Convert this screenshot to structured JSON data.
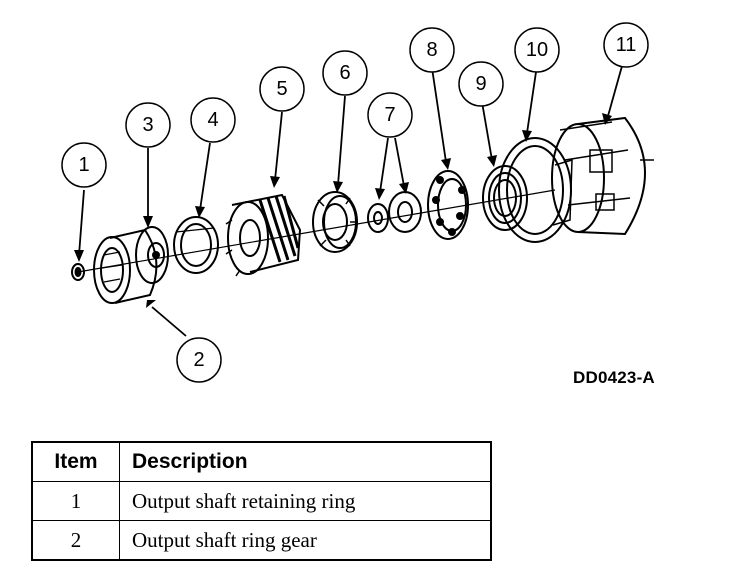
{
  "callouts": [
    "1",
    "2",
    "3",
    "4",
    "5",
    "6",
    "7",
    "8",
    "9",
    "10",
    "11"
  ],
  "figure_code": "DD0423-A",
  "table": {
    "headers": [
      "Item",
      "Description"
    ],
    "rows": [
      {
        "item": "1",
        "description": "Output shaft retaining ring"
      },
      {
        "item": "2",
        "description": "Output shaft ring gear"
      }
    ]
  }
}
